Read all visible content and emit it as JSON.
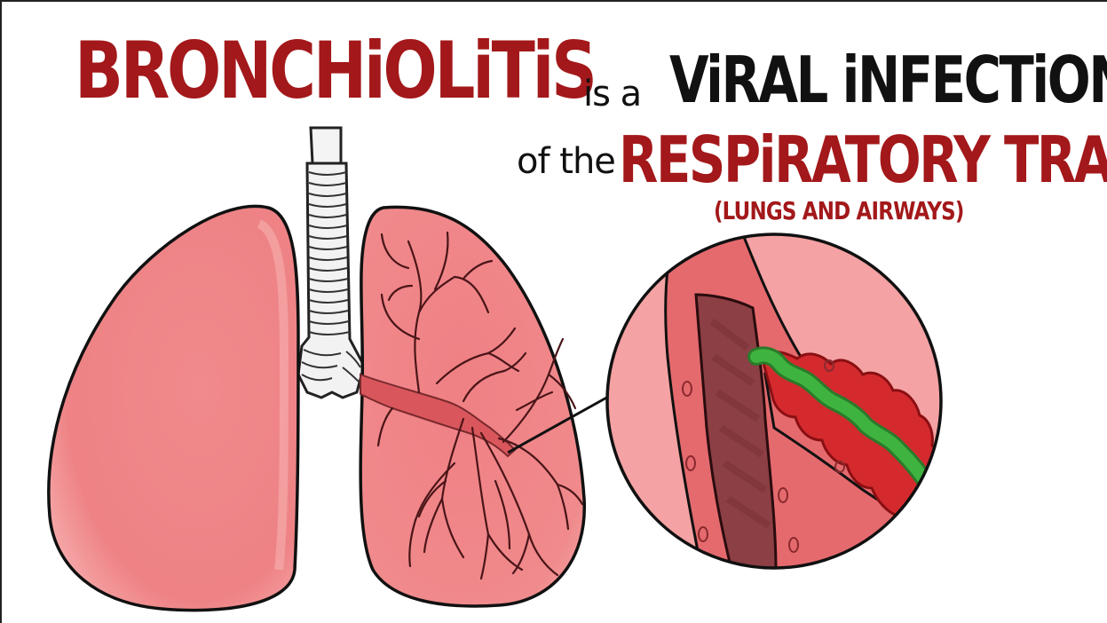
{
  "heading": {
    "term": "BRONCHiOLiTiS",
    "connector": "is a",
    "description": "ViRAL iNFECTiON",
    "preposition": "of the",
    "location": "RESPiRATORY TRACT",
    "clarification": "(LUNGS AND AIRWAYS)"
  },
  "colors": {
    "accent_red": "#a3181a",
    "text_black": "#111111",
    "lung_fill": "#f08a8c",
    "lung_light": "#f6a9aa",
    "lung_dark": "#e06c70",
    "bronchus": "#d9575c",
    "vessel_lines": "#5a1e22",
    "airway_lumen": "#8c3f44",
    "inflamed_red": "#d42a2e",
    "mucus_green": "#3aaa3a",
    "trachea": "#f2f2f2"
  },
  "icons": [
    "lungs-illustration",
    "trachea",
    "bronchiole-magnifier"
  ]
}
